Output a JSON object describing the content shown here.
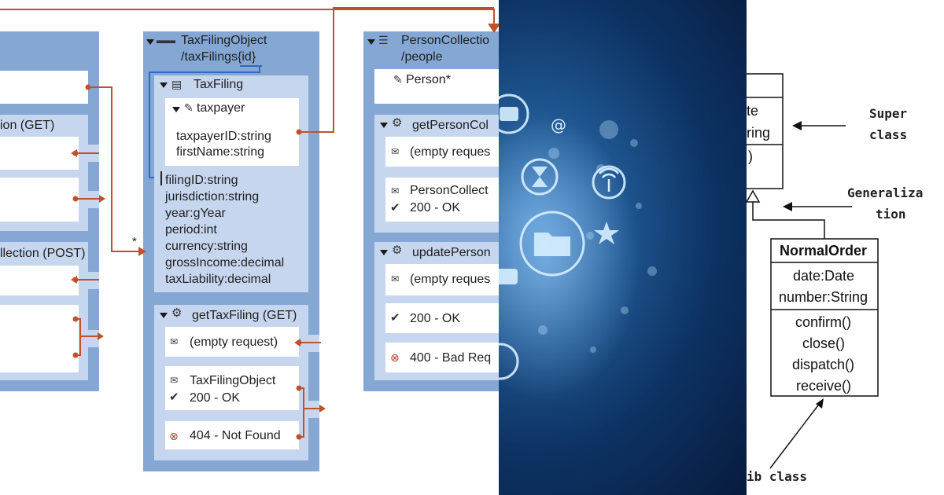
{
  "api_diagram": {
    "left_column": {
      "method_get": "ion (GET)",
      "method_post": "llection (POST)"
    },
    "tax_filing_object": {
      "title": "TaxFilingObject",
      "path_prefix": "/taxFilings",
      "path_param": "{id}",
      "entity": {
        "title": "TaxFiling",
        "taxpayer": {
          "title": "taxpayer",
          "fields": [
            "taxpayerID:string",
            "firstName:string"
          ]
        },
        "fields": [
          "filingID:string",
          "jurisdiction:string",
          "year:gYear",
          "period:int",
          "currency:string",
          "grossIncome:decimal",
          "taxLiability:decimal"
        ]
      },
      "get_method": {
        "title": "getTaxFiling (GET)",
        "request": "(empty request)",
        "responses": [
          {
            "name": "TaxFilingObject",
            "status": "200 - OK"
          },
          {
            "status": "404 - Not Found"
          }
        ]
      },
      "multiplicity": "*"
    },
    "person_collection": {
      "title": "PersonCollectio",
      "path": "/people",
      "item": "Person*",
      "get_method": {
        "title": "getPersonCol",
        "request": "(empty reques",
        "response_name": "PersonCollect",
        "response_status": "200 - OK"
      },
      "update_method": {
        "title": "updatePerson",
        "request": "(empty reques",
        "response_ok": "200 - OK",
        "response_bad": "400 - Bad Req"
      }
    }
  },
  "uml": {
    "partial_rows": [
      "te",
      "ring",
      ")"
    ],
    "class_name": "NormalOrder",
    "attributes": [
      "date:Date",
      "number:String"
    ],
    "operations": [
      "confirm()",
      "close()",
      "dispatch()",
      "receive()"
    ],
    "labels": {
      "super_line1": "Super",
      "super_line2": "class",
      "gen_line1": "Generaliza",
      "gen_line2": "tion",
      "sub": "ib class"
    }
  },
  "colors": {
    "resource_bg": "#84a7d4",
    "section_bg": "#c6d6ee",
    "connector": "#c0522b",
    "highlight": "#2f6cc0",
    "tech_dark": "#071b3d",
    "tech_light": "#4a86c4"
  }
}
